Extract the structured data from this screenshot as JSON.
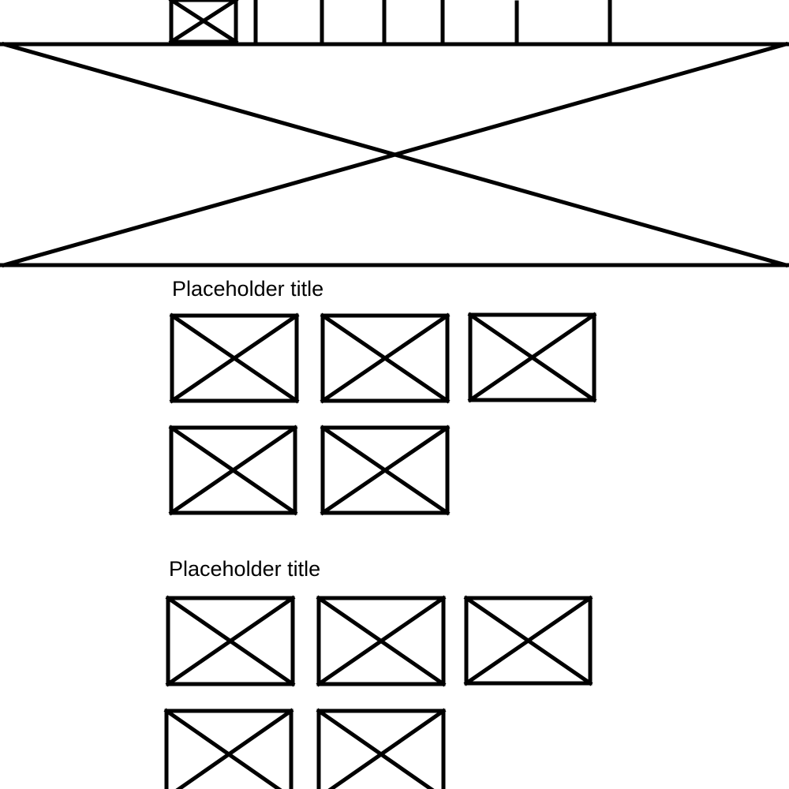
{
  "sections": [
    {
      "title": "Placeholder title",
      "image_count": 5
    },
    {
      "title": "Placeholder title",
      "image_count": 5
    }
  ],
  "nav": {
    "logo_icon": "image-placeholder-icon",
    "item_count": 6
  },
  "hero": {
    "icon": "image-placeholder-icon"
  },
  "colors": {
    "stroke": "#000000",
    "background": "#ffffff"
  }
}
